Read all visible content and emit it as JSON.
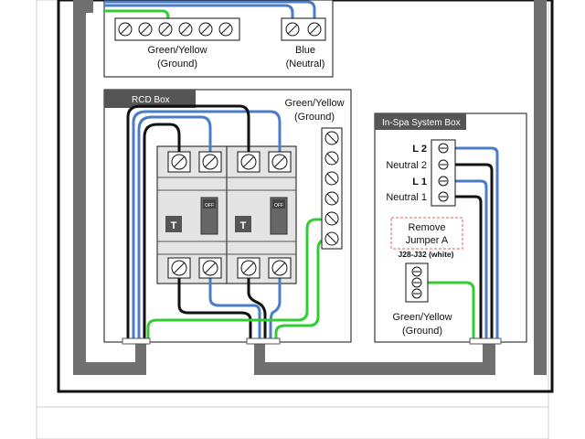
{
  "top_panel": {
    "ground_label_line1": "Green/Yellow",
    "ground_label_line2": "(Ground)",
    "neutral_label_line1": "Blue",
    "neutral_label_line2": "(Neutral)"
  },
  "rcd_box": {
    "title": "RCD Box",
    "ground_label_line1": "Green/Yellow",
    "ground_label_line2": "(Ground)",
    "test_button": "T",
    "off_label": "OFF"
  },
  "spa_box": {
    "title": "In-Spa System Box",
    "terminals": [
      "L 2",
      "Neutral 2",
      "L 1",
      "Neutral 1"
    ],
    "remove_line1": "Remove",
    "remove_line2": "Jumper A",
    "jumper_label": "J28-J32 (white)",
    "ground_label_line1": "Green/Yellow",
    "ground_label_line2": "(Ground)"
  },
  "colors": {
    "ground": "#33cc33",
    "neutral": "#4a7cc8",
    "live": "#111111",
    "conduit": "#707070",
    "header": "#555555"
  }
}
